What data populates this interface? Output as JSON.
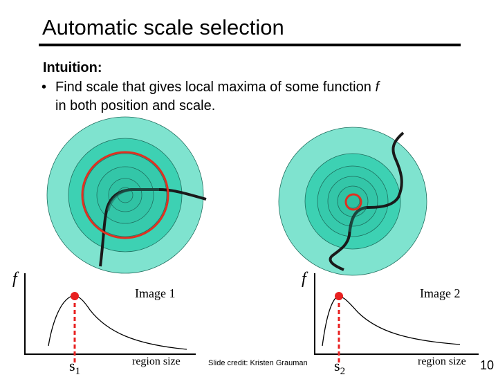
{
  "slide": {
    "title": "Automatic scale selection",
    "intuition_label": "Intuition:",
    "bullet_marker": "•",
    "bullet_line1_pre": "Find scale that gives local maxima of some function ",
    "bullet_line1_f": "f",
    "bullet_line2": "in both position and scale.",
    "credit": "Slide credit: Kristen Grauman",
    "page_number": "10"
  },
  "plot1": {
    "f_label": "f",
    "image_label": "Image 1",
    "x_label": "region size",
    "s_label": "s",
    "s_sub": "1"
  },
  "plot2": {
    "f_label": "f",
    "image_label": "Image 2",
    "x_label": "region size",
    "s_label": "s",
    "s_sub": "2"
  },
  "colors": {
    "outer_disk": "#7fe3cf",
    "mid_disk": "#3dd1b3",
    "inner_disk": "#30c6a6",
    "selection_circle": "#e03020",
    "marker": "#e82020",
    "curve": "#1a1a1a"
  }
}
